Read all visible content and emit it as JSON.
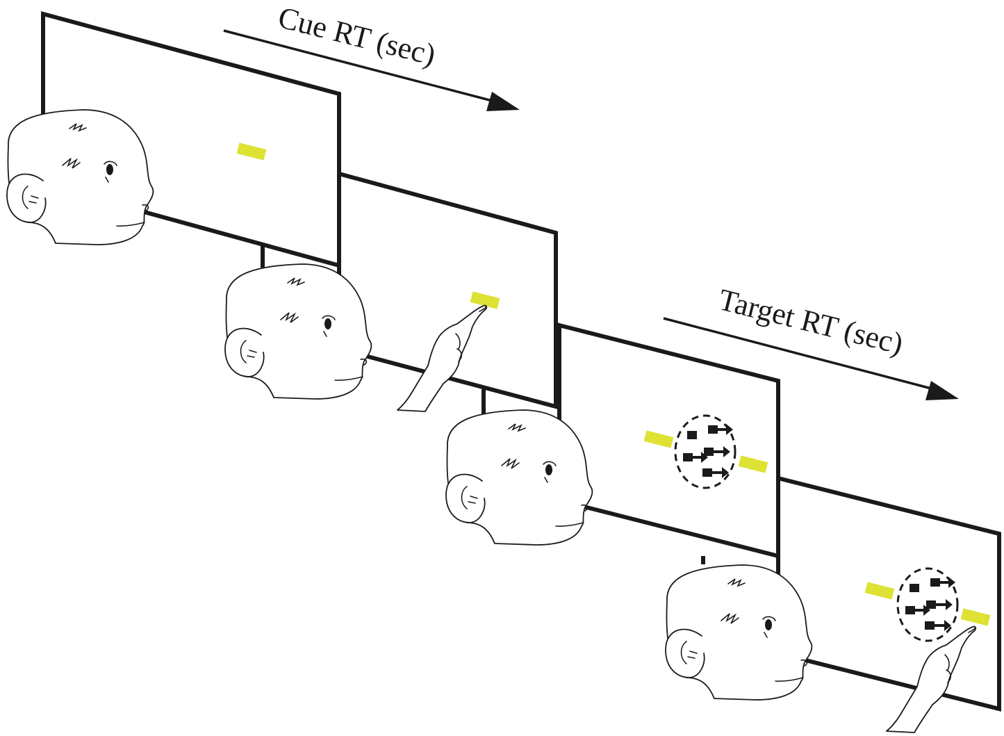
{
  "labels": {
    "cue_rt": "Cue RT (sec)",
    "target_rt": "Target RT (sec)"
  },
  "colors": {
    "stimulus_yellow": "#dde234",
    "line": "#1a1a1a",
    "background": "#ffffff"
  },
  "panels": [
    {
      "id": "panel-1",
      "stimulus": "cue-bar",
      "touching": false
    },
    {
      "id": "panel-2",
      "stimulus": "cue-bar",
      "touching": true
    },
    {
      "id": "panel-3",
      "stimulus": "two-bars-with-dot-patch",
      "touching": false
    },
    {
      "id": "panel-4",
      "stimulus": "two-bars-with-dot-patch",
      "touching": true
    }
  ],
  "icons": {
    "subject": "monkey-head-icon",
    "hand": "pointing-hand-icon",
    "motion_patch": "random-dot-motion-icon"
  }
}
